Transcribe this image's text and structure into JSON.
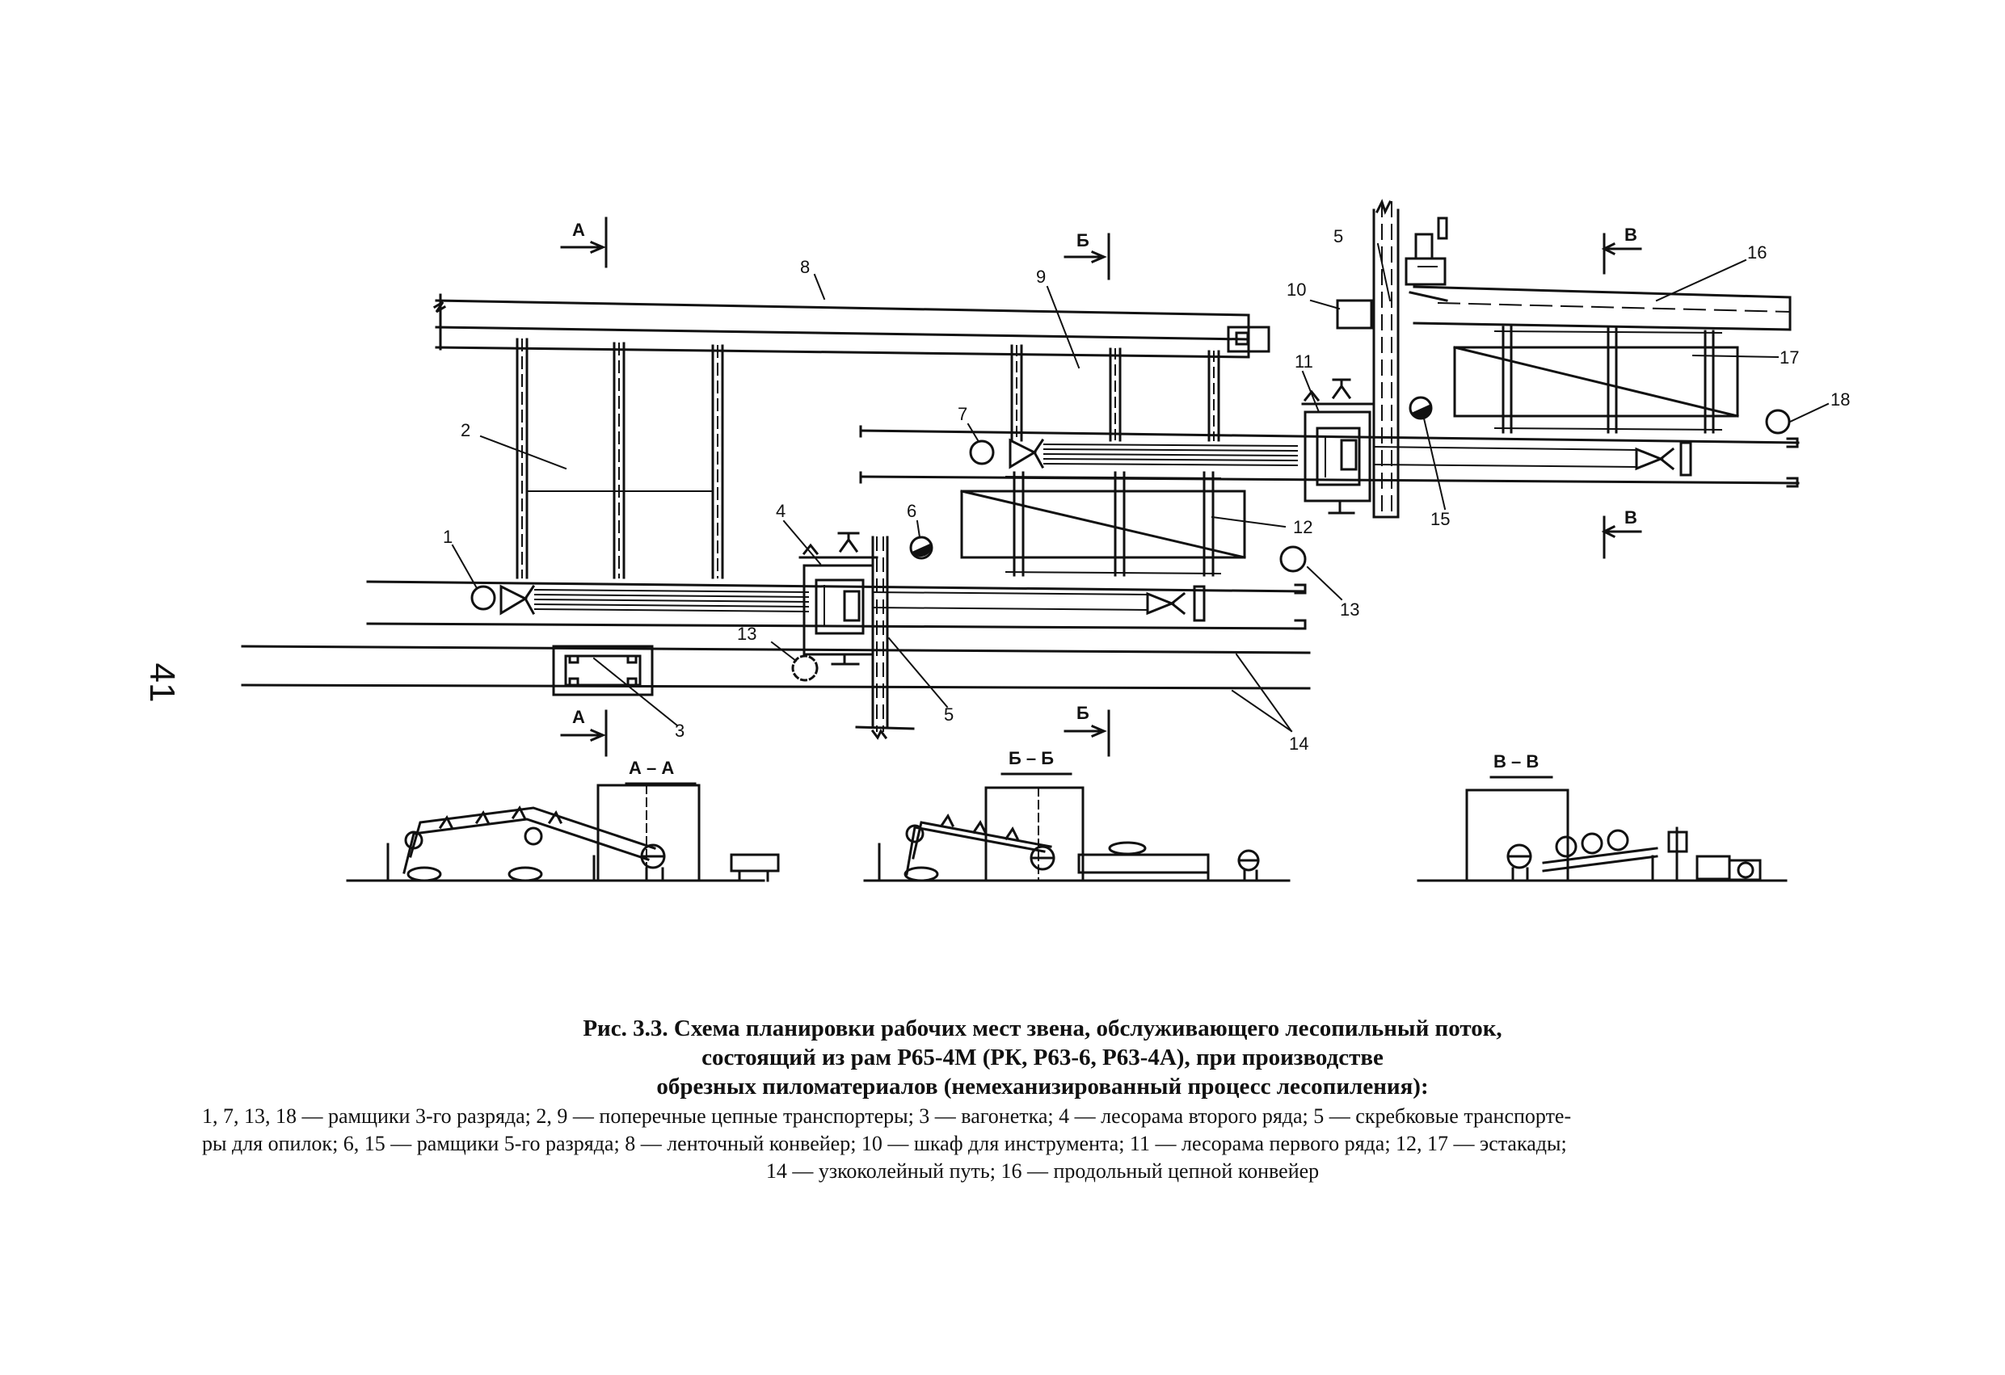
{
  "page_number": "41",
  "caption": {
    "title_line1": "Рис. 3.3. Схема планировки рабочих мест звена, обслуживающего лесопильный поток,",
    "title_line2": "состоящий из рам Р65-4М (РК, Р63-6, Р63-4А), при производстве",
    "title_line3": "обрезных пиломатериалов (немеханизированный процесс лесопиления):",
    "legend_line1": "1, 7, 13, 18 — рамщики 3-го разряда; 2, 9 — поперечные цепные транспортеры; 3 — вагонетка; 4 — лесорама второго ряда; 5 — скребковые транспорте-",
    "legend_line2": "ры для опилок; 6, 15 — рамщики 5-го разряда; 8 — ленточный конвейер; 10 — шкаф для инструмента; 11 — лесорама первого ряда; 12, 17 — эстакады;",
    "legend_line3": "14 — узкоколейный путь; 16 — продольный цепной конвейер"
  },
  "section_markers": {
    "a": "А",
    "b": "Б",
    "v": "В"
  },
  "section_titles": {
    "aa": "А – А",
    "bb": "Б – Б",
    "vv": "В – В"
  },
  "callouts": {
    "n1": "1",
    "n2": "2",
    "n3": "3",
    "n4": "4",
    "n5a": "5",
    "n5b": "5",
    "n6": "6",
    "n7": "7",
    "n8": "8",
    "n9": "9",
    "n10": "10",
    "n11": "11",
    "n12": "12",
    "n13a": "13",
    "n13b": "13",
    "n14": "14",
    "n15": "15",
    "n16": "16",
    "n17": "17",
    "n18": "18"
  }
}
